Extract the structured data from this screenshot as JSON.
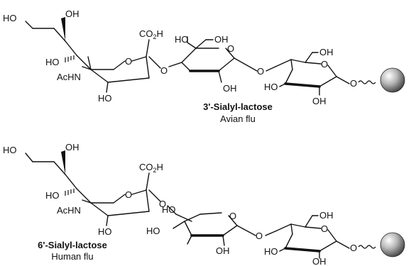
{
  "structures": [
    {
      "id": "3-sialyl",
      "name": "3'-Sialyl-lactose",
      "host": "Avian flu",
      "labels": {
        "sia_ho_top_left": "HO",
        "sia_oh_top": "OH",
        "sia_ho_mid": "HO",
        "sia_achn": "AcHN",
        "sia_ho_bottom": "HO",
        "sia_ring_o": "O",
        "sia_co2h": "CO",
        "sia_co2h_sub": "2",
        "sia_co2h_h": "H",
        "link_o": "O",
        "gal_ho": "HO",
        "gal_oh_top": "OH",
        "gal_ring_o": "O",
        "gal_oh_bottom": "OH",
        "glc_link_o": "O",
        "glc_oh_top": "OH",
        "glc_ring_o": "O",
        "glc_ho": "HO",
        "glc_oh_bottom": "OH",
        "anomeric_o": "O"
      }
    },
    {
      "id": "6-sialyl",
      "name": "6'-Sialyl-lactose",
      "host": "Human flu",
      "labels": {
        "sia_ho_top_left": "HO",
        "sia_oh_top": "OH",
        "sia_ho_mid": "HO",
        "sia_achn": "AcHN",
        "sia_ho_bottom": "HO",
        "sia_ring_o": "O",
        "sia_co2h": "CO",
        "sia_co2h_sub": "2",
        "sia_co2h_h": "H",
        "link_o": "O",
        "gal_ho_top": "HO",
        "gal_ho_left": "HO",
        "gal_ring_o": "O",
        "gal_oh_bottom": "OH",
        "glc_link_o": "O",
        "glc_oh_top": "OH",
        "glc_ring_o": "O",
        "glc_ho": "HO",
        "glc_oh_bottom": "OH",
        "anomeric_o": "O"
      }
    }
  ],
  "colors": {
    "ink": "#111111",
    "bead_light": "#ffffff",
    "bead_dark": "#3a3a3a"
  }
}
